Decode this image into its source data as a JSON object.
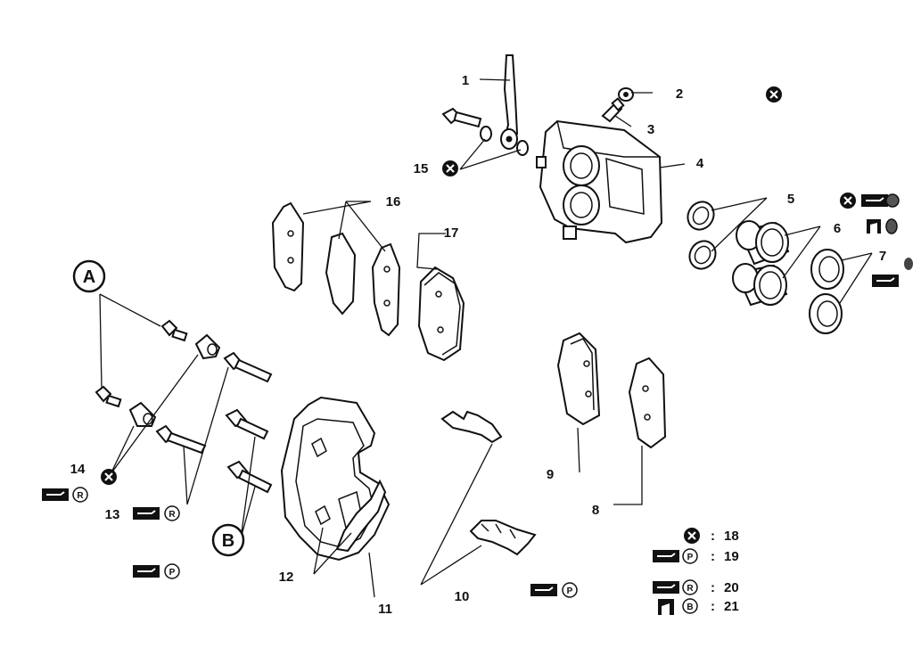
{
  "diagram": {
    "callouts": [
      {
        "id": "c1",
        "label": "1"
      },
      {
        "id": "c2",
        "label": "2"
      },
      {
        "id": "c3",
        "label": "3"
      },
      {
        "id": "c4",
        "label": "4"
      },
      {
        "id": "c5",
        "label": "5"
      },
      {
        "id": "c6",
        "label": "6"
      },
      {
        "id": "c7",
        "label": "7"
      },
      {
        "id": "c8",
        "label": "8"
      },
      {
        "id": "c9",
        "label": "9"
      },
      {
        "id": "c10",
        "label": "10"
      },
      {
        "id": "c11",
        "label": "11"
      },
      {
        "id": "c12",
        "label": "12"
      },
      {
        "id": "c13",
        "label": "13"
      },
      {
        "id": "c14",
        "label": "14"
      },
      {
        "id": "c15",
        "label": "15"
      },
      {
        "id": "c16",
        "label": "16"
      },
      {
        "id": "c17",
        "label": "17"
      }
    ],
    "groups": {
      "a": "A",
      "b": "B"
    },
    "badge_letters": {
      "r": "R",
      "p": "P",
      "b": "B"
    },
    "legend": [
      {
        "symbol": "replace-mark-icon",
        "number": "18"
      },
      {
        "symbol": "grease-P-icon",
        "number": "19"
      },
      {
        "symbol": "grease-R-icon",
        "number": "20"
      },
      {
        "symbol": "fluid-B-icon",
        "number": "21"
      }
    ],
    "legend_colon": ":"
  }
}
